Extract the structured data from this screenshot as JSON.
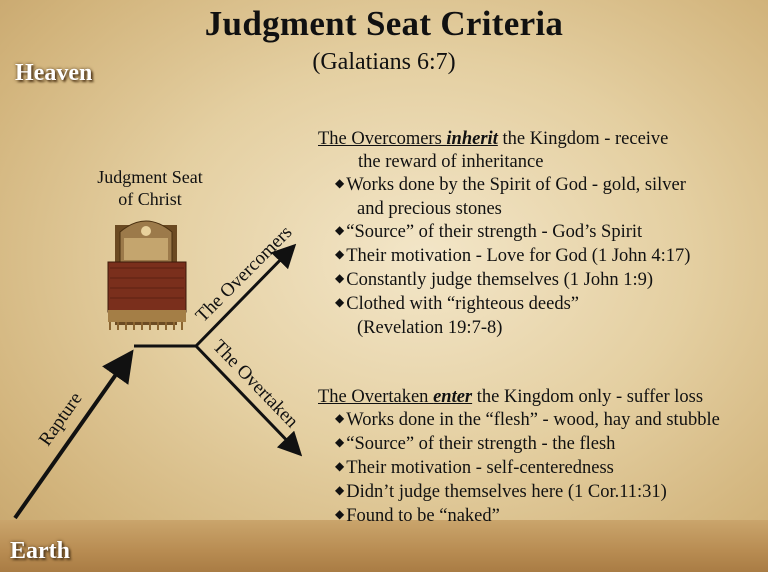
{
  "title": "Judgment Seat Criteria",
  "subtitle": "(Galatians 6:7)",
  "heaven_label": "Heaven",
  "earth_label": "Earth",
  "seat_label_line1": "Judgment Seat",
  "seat_label_line2": "of Christ",
  "arrows": {
    "rapture": "Rapture",
    "overcomers": "The Overcomers",
    "overtaken": "The Overtaken"
  },
  "overcomers": {
    "heading_pre": "The Overcomers ",
    "heading_em": "inherit",
    "heading_post": " the Kingdom - receive",
    "heading_line2": "the reward of inheritance",
    "bullets": [
      "Works done by the Spirit of God - gold, silver",
      "and precious stones",
      "“Source” of their strength - God’s Spirit",
      "Their motivation - Love for God (1 John 4:17)",
      "Constantly judge themselves (1 John 1:9)",
      "Clothed with “righteous deeds”",
      "(Revelation 19:7-8)"
    ]
  },
  "overtaken": {
    "heading_pre": "The Overtaken ",
    "heading_em": "enter",
    "heading_post": " the Kingdom only - suffer loss",
    "bullets": [
      "Works done in the “flesh” - wood, hay and stubble",
      "“Source” of their strength - the flesh",
      "Their motivation - self-centeredness",
      "Didn’t judge themselves here (1 Cor.11:31)",
      "Found to be “naked”"
    ]
  },
  "bullet_symbol": "◆",
  "colors": {
    "background": "#e4cfa1",
    "label_white": "#ffffff",
    "text": "#111111"
  }
}
